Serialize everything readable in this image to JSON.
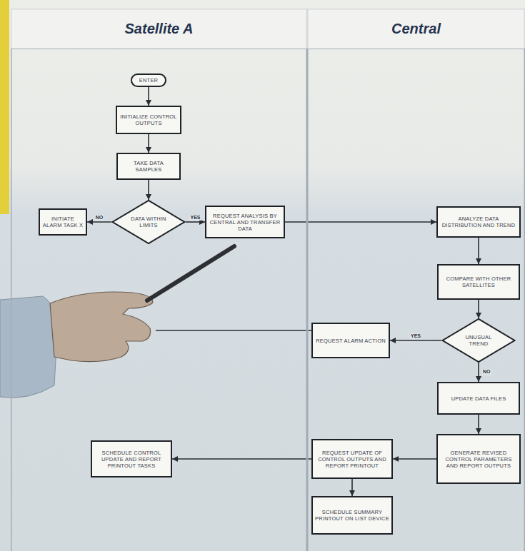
{
  "diagram": {
    "nodes": [
      {
        "text": [
          "Satellite A"
        ]
      },
      {
        "text": [
          "Central"
        ]
      },
      {
        "text": [
          "ENTER"
        ],
        "in": 0
      },
      {
        "text": [
          "INITIALIZE CONTROL OUTPUTS"
        ],
        "in": 0
      },
      {
        "text": [
          "TAKE DATA SAMPLES"
        ],
        "in": 0
      },
      {
        "text": [
          "INITIATE ALARM TASK X"
        ],
        "in": 0
      },
      {
        "text": [
          "DATA WITHIN LIMITS"
        ],
        "in": 0
      },
      {
        "text": [
          "REQUEST ANALYSIS BY CENTRAL AND TRANSFER DATA"
        ],
        "in": 0
      },
      {
        "text": [
          "ANALYZE DATA DISTRIBUTION AND TREND"
        ],
        "in": 1
      },
      {
        "text": [
          "COMPARE WITH OTHER SATELLITES"
        ],
        "in": 1
      },
      {
        "text": [
          "REQUEST ALARM ACTION"
        ],
        "in": 1
      },
      {
        "text": [
          "UNUSUAL TREND"
        ],
        "in": 1
      },
      {
        "text": [
          "UPDATE DATA FILES"
        ],
        "in": 1
      },
      {
        "text": [
          "SCHEDULE CONTROL UPDATE AND REPORT PRINTOUT TASKS"
        ],
        "in": 0
      },
      {
        "text": [
          "REQUEST UPDATE OF CONTROL OUTPUTS AND REPORT PRINTOUT"
        ],
        "in": 1
      },
      {
        "text": [
          "GENERATE REVISED CONTROL PARAMETERS AND REPORT OUTPUTS"
        ],
        "in": 1
      },
      {
        "text": [
          "SCHEDULE SUMMARY PRINTOUT ON LIST DEVICE"
        ],
        "in": 1
      }
    ],
    "edges": [
      {
        "from": 2,
        "to": 3,
        "arrow": "to"
      },
      {
        "from": 3,
        "to": 4,
        "arrow": "to"
      },
      {
        "from": 4,
        "to": 6,
        "arrow": "to"
      },
      {
        "from": 6,
        "to": 5,
        "label": "NO",
        "arrow": "to"
      },
      {
        "from": 6,
        "to": 7,
        "label": "YES",
        "arrow": "to"
      },
      {
        "from": 7,
        "to": 8,
        "arrow": "to"
      },
      {
        "from": 8,
        "to": 9,
        "arrow": "to"
      },
      {
        "from": 9,
        "to": 11,
        "arrow": "to"
      },
      {
        "from": 11,
        "to": 10,
        "label": "YES",
        "arrow": "to"
      },
      {
        "from": 11,
        "to": 12,
        "label": "NO",
        "arrow": "to"
      },
      {
        "from": 12,
        "to": 15,
        "arrow": "to"
      },
      {
        "from": 15,
        "to": 14,
        "arrow": "to"
      },
      {
        "from": 14,
        "to": 13,
        "arrow": "to"
      },
      {
        "from": 14,
        "to": 16,
        "arrow": "to"
      }
    ]
  }
}
